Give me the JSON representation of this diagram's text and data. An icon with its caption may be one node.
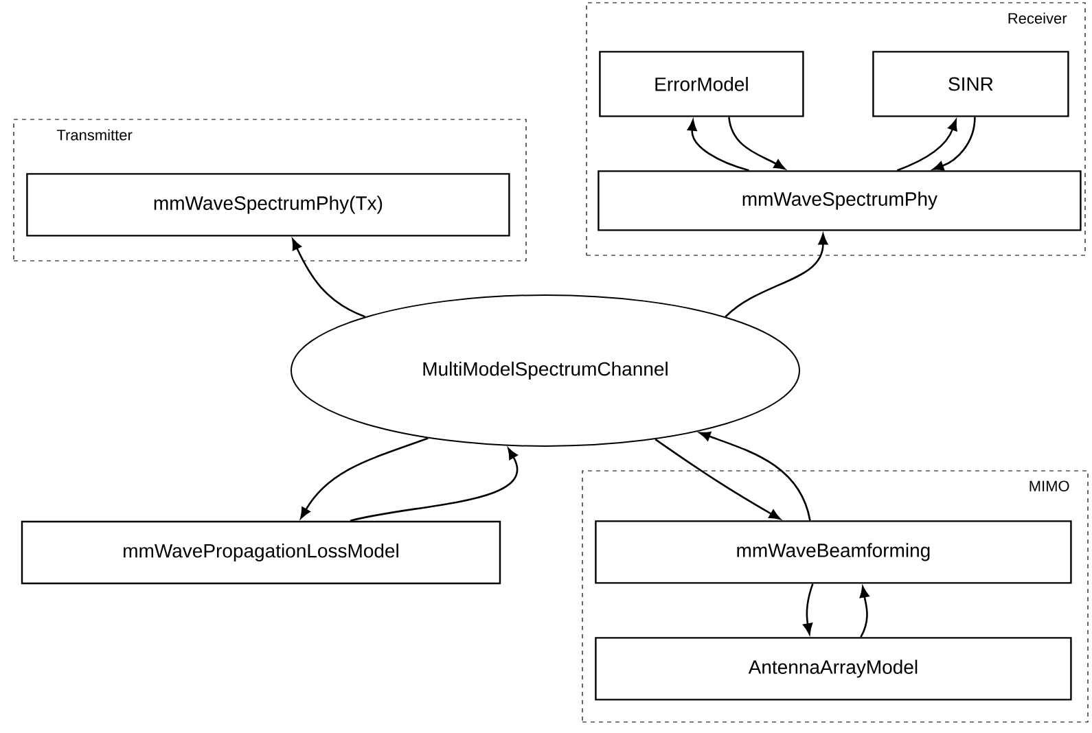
{
  "diagram": {
    "nodes": [
      {
        "text": [
          "Transmitter"
        ]
      },
      {
        "text": [
          "mmWaveSpectrumPhy(Tx)"
        ],
        "in": 0
      },
      {
        "text": [
          "Receiver"
        ]
      },
      {
        "text": [
          "ErrorModel"
        ],
        "in": 2
      },
      {
        "text": [
          "SINR"
        ],
        "in": 2
      },
      {
        "text": [
          "mmWaveSpectrumPhy"
        ],
        "in": 2
      },
      {
        "text": [
          "MultiModelSpectrumChannel"
        ]
      },
      {
        "text": [
          "mmWavePropagationLossModel"
        ]
      },
      {
        "text": [
          "MIMO"
        ]
      },
      {
        "text": [
          "mmWaveBeamforming"
        ],
        "in": 8
      },
      {
        "text": [
          "AntennaArrayModel"
        ],
        "in": 8
      }
    ],
    "edges": [
      {
        "from": 6,
        "to": 1,
        "arrow": "to"
      },
      {
        "from": 6,
        "to": 5,
        "arrow": "to"
      },
      {
        "from": 5,
        "to": 3,
        "arrow": "to"
      },
      {
        "from": 3,
        "to": 5,
        "arrow": "to"
      },
      {
        "from": 5,
        "to": 4,
        "arrow": "to"
      },
      {
        "from": 4,
        "to": 5,
        "arrow": "to"
      },
      {
        "from": 6,
        "to": 7,
        "arrow": "to"
      },
      {
        "from": 7,
        "to": 6,
        "arrow": "to"
      },
      {
        "from": 6,
        "to": 9,
        "arrow": "to"
      },
      {
        "from": 9,
        "to": 6,
        "arrow": "to"
      },
      {
        "from": 9,
        "to": 10,
        "arrow": "to"
      },
      {
        "from": 10,
        "to": 9,
        "arrow": "to"
      }
    ]
  }
}
